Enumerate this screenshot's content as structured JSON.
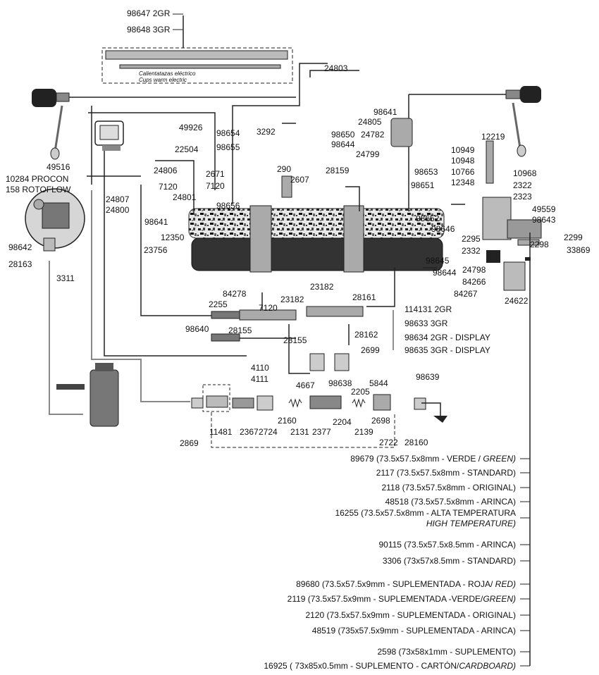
{
  "top_labels": {
    "p98647": "98647 2GR",
    "p98648": "98648 3GR",
    "heater_es": "Calientatazas eléctrico",
    "heater_en": "Cups warm electric"
  },
  "part_labels": {
    "p24803": "24803",
    "p98641a": "98641",
    "p24805": "24805",
    "p98650": "98650",
    "p24782": "24782",
    "p98644a": "98644",
    "p3292": "3292",
    "p98654": "98654",
    "p98655": "98655",
    "p49926": "49926",
    "p22504": "22504",
    "p24806": "24806",
    "p49516": "49516",
    "p10284": "10284 PROCON",
    "p158": "158 ROTOFLOW",
    "p24807": "24807",
    "p7120a": "7120",
    "p24801": "24801",
    "p24800": "24800",
    "p98641b": "98641",
    "p12350": "12350",
    "p23756": "23756",
    "p98642": "98642",
    "p28163": "28163",
    "p3311": "3311",
    "p2671": "2671",
    "p7120b": "7120",
    "p98656": "98656",
    "p290": "290",
    "p2607": "2607",
    "p28159": "28159",
    "p24799": "24799",
    "p98653": "98653",
    "p98651": "98651",
    "p12219": "12219",
    "p10949": "10949",
    "p10948": "10948",
    "p10766": "10766",
    "p10968": "10968",
    "p12348": "12348",
    "p2322": "2322",
    "p2323": "2323",
    "p49559": "49559",
    "p98643": "98643",
    "p98652": "98652",
    "p98646": "98646",
    "p2295": "2295",
    "p2299": "2299",
    "p2298": "2298",
    "p33869": "33869",
    "p2332": "2332",
    "p98645": "98645",
    "p98644b": "98644",
    "p24798": "24798",
    "p84266": "84266",
    "p84267": "84267",
    "p24622": "24622",
    "p84278": "84278",
    "p2255": "2255",
    "p7120c": "7120",
    "p23182a": "23182",
    "p23182b": "23182",
    "p28161": "28161",
    "p98640": "98640",
    "p28155a": "28155",
    "p28155b": "28155",
    "p28162": "28162",
    "p2699": "2699",
    "p114131": "114131 2GR",
    "p98633": "98633 3GR",
    "p98634": "98634 2GR - DISPLAY",
    "p98635": "98635 3GR - DISPLAY",
    "p4110": "4110",
    "p4111": "4111",
    "p4667": "4667",
    "p98638": "98638",
    "p5844": "5844",
    "p2205": "2205",
    "p98639": "98639",
    "p11481": "11481",
    "p2367": "2367",
    "p2724": "2724",
    "p2160a": "2160",
    "p2131": "2131",
    "p2377": "2377",
    "p2204": "2204",
    "p2139": "2139",
    "p2698": "2698",
    "p2722": "2722",
    "p28160": "28160",
    "p2869": "2869"
  },
  "gasket_list": [
    {
      "text": "89679 (73.5x57.5x8mm - VERDE / ",
      "italic": "GREEN)"
    },
    {
      "text": "2117 (73.5x57.5x8mm - STANDARD)",
      "italic": ""
    },
    {
      "text": "2118 (73.5x57.5x8mm - ORIGINAL)",
      "italic": ""
    },
    {
      "text": "48518 (73.5x57.5x8mm - ARINCA)",
      "italic": ""
    },
    {
      "text": "16255 (73.5x57.5x8mm - ALTA TEMPERATURA",
      "italic": ""
    },
    {
      "text": "",
      "italic": "HIGH TEMPERATURE)"
    },
    {
      "text": "90115 (73.5x57.5x8.5mm - ARINCA)",
      "italic": ""
    },
    {
      "text": "3306 (73x57x8.5mm - STANDARD)",
      "italic": ""
    },
    {
      "text": "89680 (73.5x57.5x9mm - SUPLEMENTADA - ROJA/ ",
      "italic": "RED)"
    },
    {
      "text": "2119 (73.5x57.5x9mm - SUPLEMENTADA -VERDE/",
      "italic": "GREEN)"
    },
    {
      "text": "2120 (73.5x57.5x9mm - SUPLEMENTADA - ORIGINAL)",
      "italic": ""
    },
    {
      "text": "48519 (735x57.5x9mm - SUPLEMENTADA - ARINCA)",
      "italic": ""
    },
    {
      "text": "2598 (73x58x1mm - SUPLEMENTO)",
      "italic": ""
    },
    {
      "text": "16925 ( 73x85x0.5mm - SUPLEMENTO - CARTÓN/",
      "italic": "CARDBOARD)"
    }
  ]
}
